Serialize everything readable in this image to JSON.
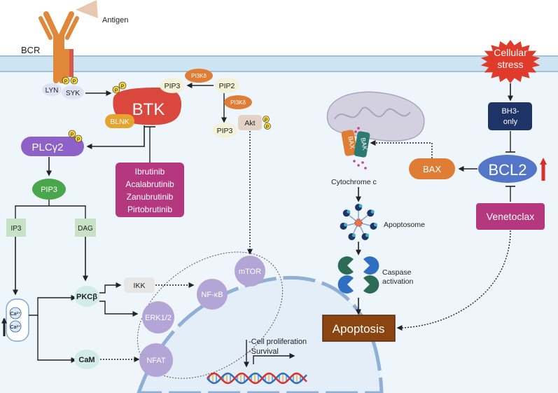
{
  "labels": {
    "antigen": "Antigen",
    "bcr": "BCR",
    "lyn": "LYN",
    "syk": "SYK",
    "p": "P",
    "btk": "BTK",
    "blnk": "BLNK",
    "pi3k_top": "PI3Kδ",
    "pi3k_mid": "PI3Kδ",
    "pip3_top": "PIP3",
    "pip2": "PIP2",
    "pip3_mid": "PIP3",
    "akt": "Akt",
    "plcg2": "PLCγ2",
    "pip3_green": "PIP3",
    "ip3": "IP3",
    "dag": "DAG",
    "ca1": "Ca²⁺",
    "ca2": "Ca²⁺",
    "pkcb": "PKCβ",
    "cam": "CaM",
    "ikk": "IKK",
    "nfkb": "NF-κB",
    "mtor": "mTOR",
    "erk": "ERK1/2",
    "nfat": "NFAT",
    "outcome1": "-Cell proliferation",
    "outcome2": "-Survival",
    "cellular_stress_1": "Cellular",
    "cellular_stress_2": "stress",
    "bh3_1": "BH3-",
    "bh3_2": "only",
    "bcl2": "BCL2",
    "bax_right": "BAX",
    "venetoclax": "Venetoclax",
    "bax_mito": "BAX",
    "bak_mito": "BAK",
    "cytochrome": "Cytochrome c",
    "apoptosome": "Apoptosome",
    "caspase1": "Caspase",
    "caspase2": "activation",
    "apoptosis": "Apoptosis"
  },
  "inhibitors": [
    "Ibrutinib",
    "Acalabrutinib",
    "Zanubrutinib",
    "Pirtobrutinib"
  ],
  "colors": {
    "membrane_band": "#cfe4f2",
    "cytoplasm": "#eef6fb",
    "nucleus": "#e4eef8",
    "receptor": "#e0873a",
    "btk": "#d9473d",
    "blnk": "#e6a32e",
    "pi3k": "#e07d35",
    "plcg2": "#8e61c9",
    "pip3_green": "#4aa64a",
    "inhibitor": "#b5387f",
    "navy": "#1f3466",
    "bcl2": "#5376c9",
    "apoptosis": "#8b4513",
    "stress": "#e03b2a",
    "lavender": "#b3a6d6",
    "teal": "#2c7a72",
    "blue": "#2f6ec0"
  }
}
